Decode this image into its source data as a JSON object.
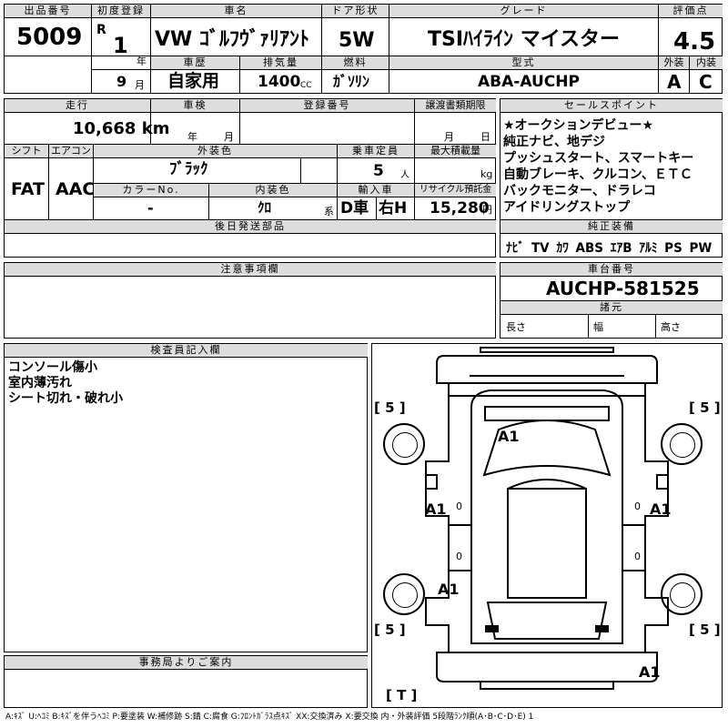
{
  "lot": {
    "label": "出品番号",
    "value": "5009"
  },
  "first_reg": {
    "label": "初度登録",
    "era": "R",
    "year": "1",
    "year_unit": "年",
    "month": "9",
    "month_unit": "月"
  },
  "car_name": {
    "label": "車名",
    "value": "VW ｺﾞﾙﾌｳﾞｧﾘｱﾝﾄ"
  },
  "door": {
    "label": "ドア形状",
    "value": "5W"
  },
  "grade": {
    "label": "グレード",
    "value": "TSIﾊｲﾗｲﾝ マイスター"
  },
  "score": {
    "label": "評価点",
    "value": "4.5",
    "ext_label": "外装",
    "int_label": "内装",
    "ext": "A",
    "int": "C"
  },
  "history": {
    "label": "車歴",
    "value": "自家用"
  },
  "displacement": {
    "label": "排気量",
    "value": "1400",
    "unit": "CC"
  },
  "fuel": {
    "label": "燃料",
    "value": "ｶﾞｿﾘﾝ"
  },
  "model": {
    "label": "型式",
    "value": "ABA-AUCHP"
  },
  "mileage": {
    "label": "走行",
    "value": "10,668 km"
  },
  "inspection": {
    "label": "車検",
    "year_unit": "年",
    "month_unit": "月"
  },
  "registration": {
    "label": "登録番号"
  },
  "transfer": {
    "label": "譲渡書類期限",
    "month_unit": "月",
    "day_unit": "日"
  },
  "shift": {
    "label": "シフト",
    "value": "FAT"
  },
  "aircon": {
    "label": "エアコン",
    "value": "AAC"
  },
  "ext_color": {
    "label": "外装色",
    "value": "ﾌﾞﾗｯｸ"
  },
  "capacity": {
    "label": "乗車定員",
    "value": "5",
    "unit": "人"
  },
  "max_load": {
    "label": "最大積載量",
    "unit": "kg"
  },
  "color_no": {
    "label": "カラーNo.",
    "value": "-"
  },
  "int_color": {
    "label": "内装色",
    "value": "ｸﾛ",
    "unit": "系"
  },
  "import": {
    "label": "輸入車",
    "type": "D車",
    "handle": "右H"
  },
  "recycle": {
    "label": "リサイクル預託金",
    "value": "15,280",
    "unit": "円"
  },
  "later_parts": {
    "label": "後日発送部品"
  },
  "sales_points": {
    "label": "セールスポイント",
    "lines": [
      "★オークションデビュー★",
      "純正ナビ、地デジ",
      "プッシュスタート、スマートキー",
      "自動ブレーキ、クルコン、ＥＴＣ",
      "バックモニター、ドラレコ",
      "アイドリングストップ"
    ]
  },
  "equipment": {
    "label": "純正装備",
    "items": [
      "ﾅﾋﾞ",
      "TV",
      "ｶﾜ",
      "ABS",
      "ｴｱB",
      "ｱﾙﾐ",
      "PS",
      "PW"
    ]
  },
  "notes": {
    "label": "注意事項欄"
  },
  "chassis": {
    "label": "車台番号",
    "value": "AUCHP-581525"
  },
  "specs": {
    "label": "諸元",
    "length": "長さ",
    "width": "幅",
    "height": "高さ"
  },
  "inspector": {
    "label": "検査員記入欄",
    "lines": [
      "コンソール傷小",
      "室内薄汚れ",
      "シート切れ・破れ小"
    ]
  },
  "office": {
    "label": "事務局よりご案内"
  },
  "diagram": {
    "tread_fl": "[ 5 ]",
    "tread_fr": "[ 5 ]",
    "tread_rl": "[ 5 ]",
    "tread_rr": "[ 5 ]",
    "trunk": "[ T ]",
    "d_hood": "A1",
    "d_left": "A1",
    "d_right": "A1",
    "d_left_rear": "A1",
    "d_rear": "A1",
    "zero_l": "0",
    "zero_r": "0",
    "zero_lr": "0",
    "zero_rr": "0"
  },
  "legend": "A:ｷｽﾞ U:ﾍｺﾐ B:ｷｽﾞを伴うﾍｺﾐ P:要塗装 W:補修跡 S:錆 C:腐食 G:ﾌﾛﾝﾄｶﾞﾗｽ点ｷｽﾞ XX:交換済み X:要交換 内・外装評価 5段階ﾗﾝｸ順(A･B･C･D･E) 1"
}
